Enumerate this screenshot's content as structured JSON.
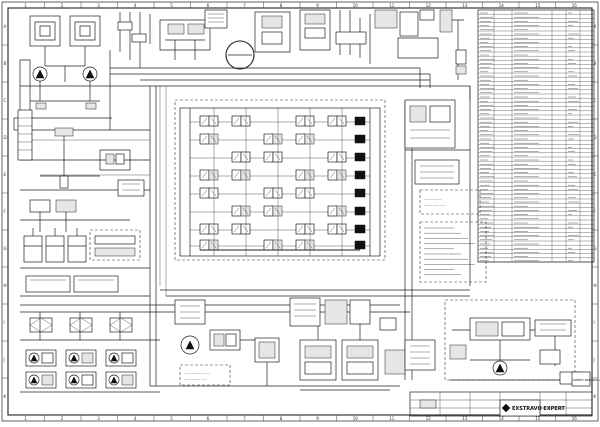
{
  "title_block": {
    "stamp": "EXSTRAVO EXPERT",
    "stamp_alt": "GEBIET BERGBAU"
  },
  "border": {
    "columns": [
      "1",
      "2",
      "3",
      "4",
      "5",
      "6",
      "7",
      "8",
      "9",
      "10",
      "11",
      "12",
      "13",
      "14",
      "15",
      "16"
    ],
    "rows": [
      "A",
      "B",
      "C",
      "D",
      "E",
      "F",
      "G",
      "H",
      "I",
      "J",
      "K"
    ]
  },
  "colors": {
    "line": "#222222",
    "paper": "#ffffff",
    "fill": "#111111"
  },
  "icons": [
    "valve-symbol",
    "pump-symbol",
    "cylinder-symbol",
    "tank-symbol",
    "filter-symbol"
  ]
}
